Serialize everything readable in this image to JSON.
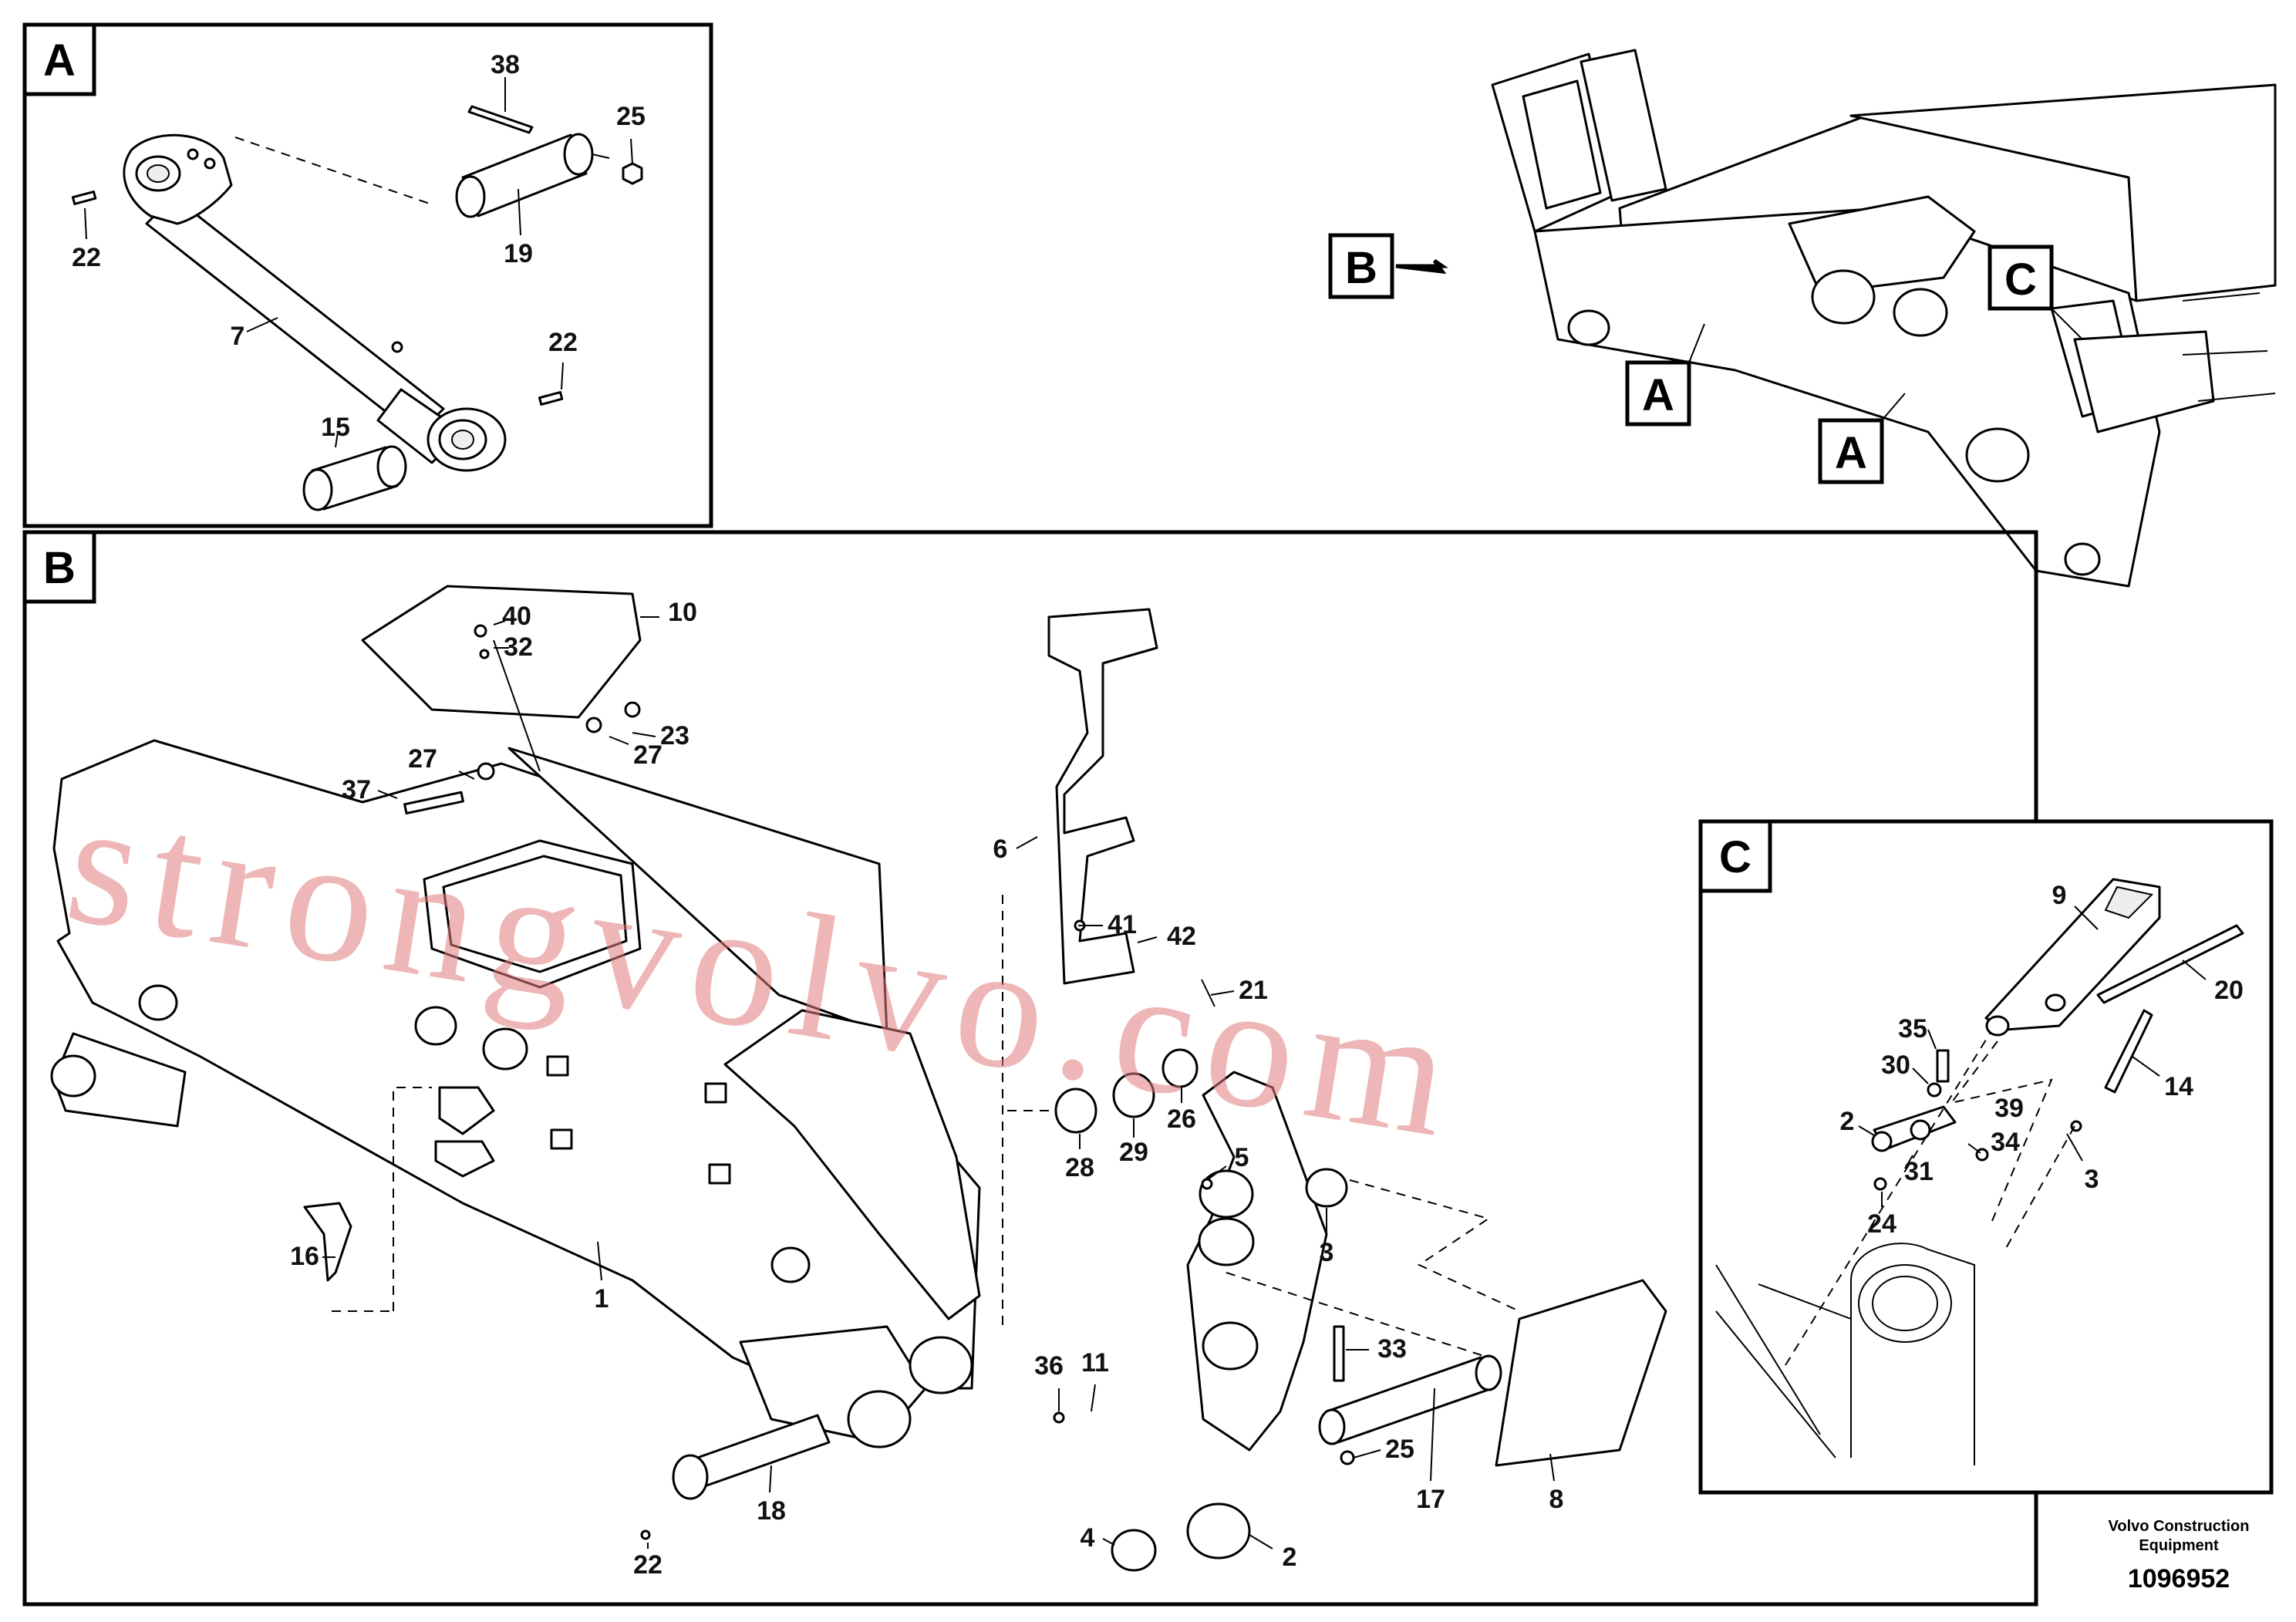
{
  "sections": {
    "A": "A",
    "B": "B",
    "C": "C"
  },
  "overview_callouts": {
    "b": "B",
    "a1": "A",
    "a2": "A",
    "c": "C"
  },
  "labels": {
    "a": [
      {
        "id": "a-38",
        "text": "38"
      },
      {
        "id": "a-25",
        "text": "25"
      },
      {
        "id": "a-22-top",
        "text": "22"
      },
      {
        "id": "a-19",
        "text": "19"
      },
      {
        "id": "a-7",
        "text": "7"
      },
      {
        "id": "a-22-right",
        "text": "22"
      },
      {
        "id": "a-15",
        "text": "15"
      }
    ],
    "b": [
      {
        "id": "b-40",
        "text": "40"
      },
      {
        "id": "b-10",
        "text": "10"
      },
      {
        "id": "b-32",
        "text": "32"
      },
      {
        "id": "b-23",
        "text": "23"
      },
      {
        "id": "b-27-left",
        "text": "27"
      },
      {
        "id": "b-27-right",
        "text": "27"
      },
      {
        "id": "b-37",
        "text": "37"
      },
      {
        "id": "b-6",
        "text": "6"
      },
      {
        "id": "b-41",
        "text": "41"
      },
      {
        "id": "b-42",
        "text": "42"
      },
      {
        "id": "b-21",
        "text": "21"
      },
      {
        "id": "b-28",
        "text": "28"
      },
      {
        "id": "b-29",
        "text": "29"
      },
      {
        "id": "b-26",
        "text": "26"
      },
      {
        "id": "b-5",
        "text": "5"
      },
      {
        "id": "b-3",
        "text": "3"
      },
      {
        "id": "b-16",
        "text": "16"
      },
      {
        "id": "b-1",
        "text": "1"
      },
      {
        "id": "b-36",
        "text": "36"
      },
      {
        "id": "b-11",
        "text": "11"
      },
      {
        "id": "b-33",
        "text": "33"
      },
      {
        "id": "b-25",
        "text": "25"
      },
      {
        "id": "b-17",
        "text": "17"
      },
      {
        "id": "b-8",
        "text": "8"
      },
      {
        "id": "b-18",
        "text": "18"
      },
      {
        "id": "b-22",
        "text": "22"
      },
      {
        "id": "b-4",
        "text": "4"
      },
      {
        "id": "b-2",
        "text": "2"
      }
    ],
    "c": [
      {
        "id": "c-9",
        "text": "9"
      },
      {
        "id": "c-20",
        "text": "20"
      },
      {
        "id": "c-35",
        "text": "35"
      },
      {
        "id": "c-14",
        "text": "14"
      },
      {
        "id": "c-30",
        "text": "30"
      },
      {
        "id": "c-39",
        "text": "39"
      },
      {
        "id": "c-2",
        "text": "2"
      },
      {
        "id": "c-34",
        "text": "34"
      },
      {
        "id": "c-3",
        "text": "3"
      },
      {
        "id": "c-31",
        "text": "31"
      },
      {
        "id": "c-24",
        "text": "24"
      }
    ]
  },
  "watermark": "strongvolvo.com",
  "footer": {
    "maker_line1": "Volvo Construction",
    "maker_line2": "Equipment",
    "drawing_number": "1096952"
  }
}
